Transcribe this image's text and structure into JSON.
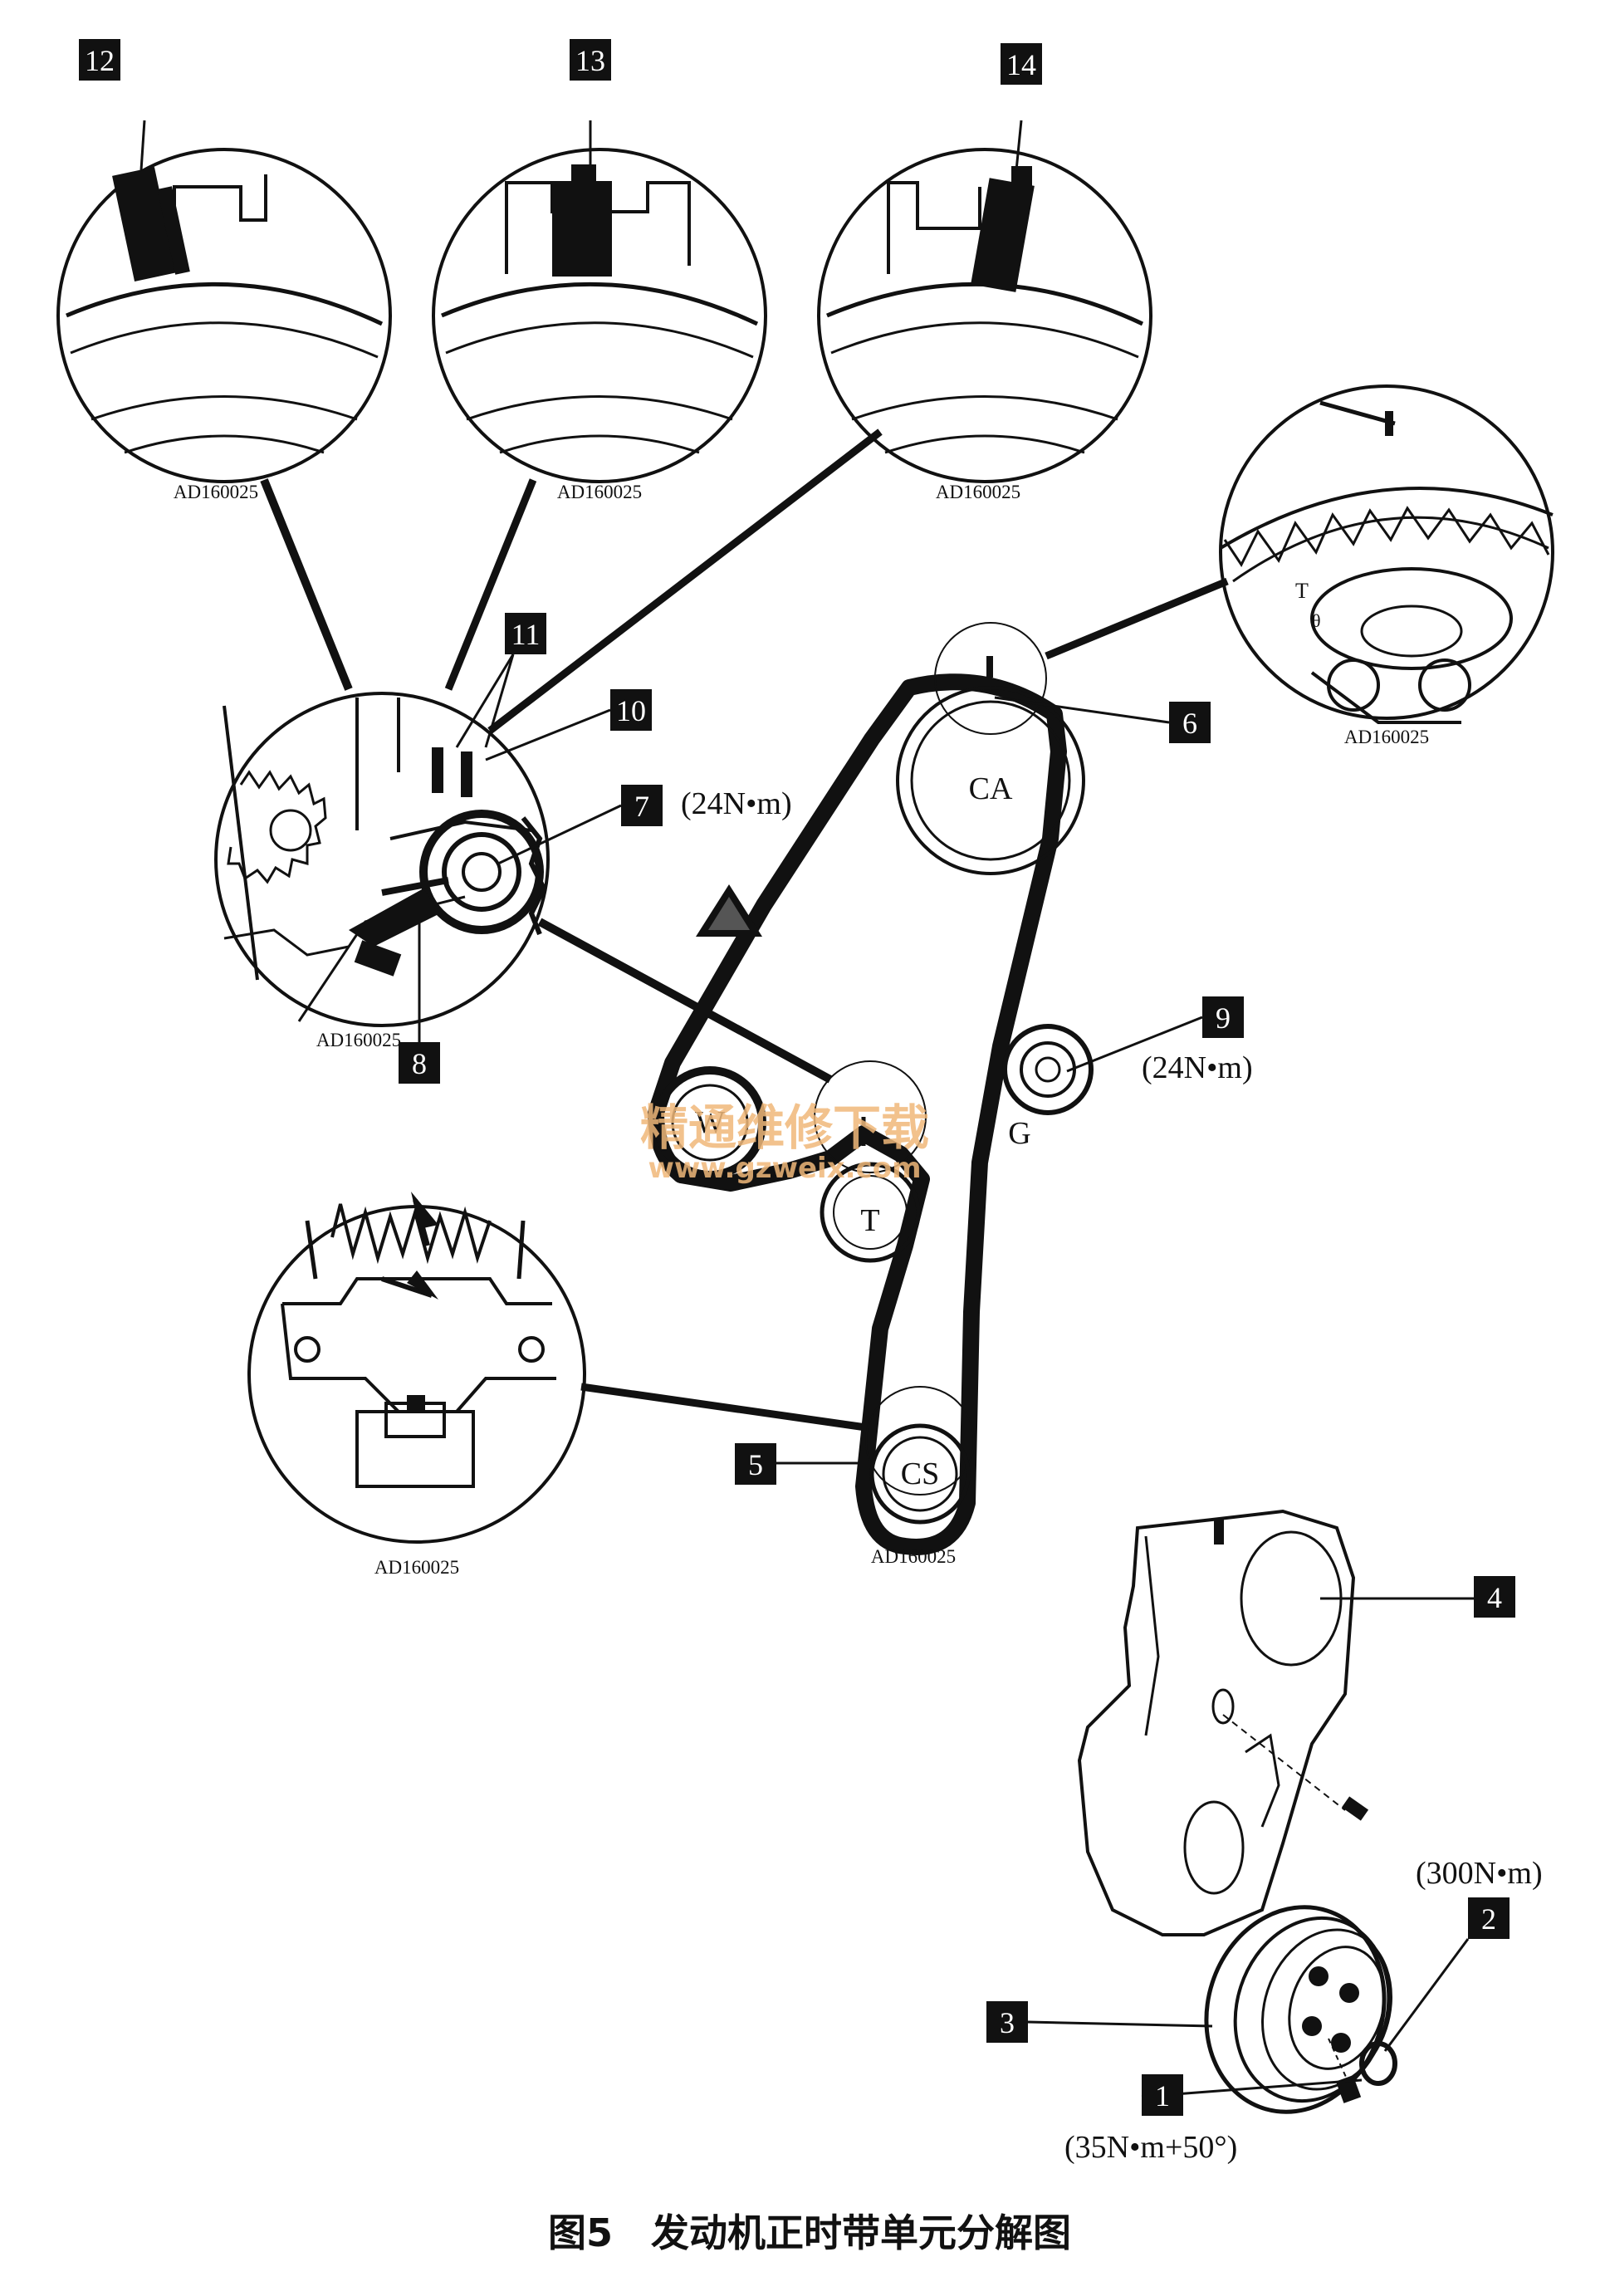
{
  "figure": {
    "caption": "图5　发动机正时带单元分解图",
    "watermark": {
      "line1": "精通维修下载",
      "line2": "www.gzweix.com"
    },
    "code": "AD160025"
  },
  "part_labels": {
    "p1": "1",
    "p2": "2",
    "p3": "3",
    "p4": "4",
    "p5": "5",
    "p6": "6",
    "p7": "7",
    "p8": "8",
    "p9": "9",
    "p10": "10",
    "p11": "11",
    "p12": "12",
    "p13": "13",
    "p14": "14"
  },
  "torques": {
    "p7": "(24N•m)",
    "p9": "(24N•m)",
    "p2": "(300N•m)",
    "p1": "(35N•m+50°)"
  },
  "pulleys": {
    "camshaft": "CA",
    "water_pump": "W",
    "tensioner": "T",
    "idler": "G",
    "crankshaft": "CS"
  },
  "detail_codes": {
    "d12": "AD160025",
    "d13": "AD160025",
    "d14": "AD160025",
    "cam": "AD160025",
    "tensioner": "AD160025",
    "crank": "AD160025",
    "belt": "AD160025"
  },
  "colors": {
    "ink": "#111111",
    "watermark": "#f0b87a",
    "background": "#ffffff"
  }
}
